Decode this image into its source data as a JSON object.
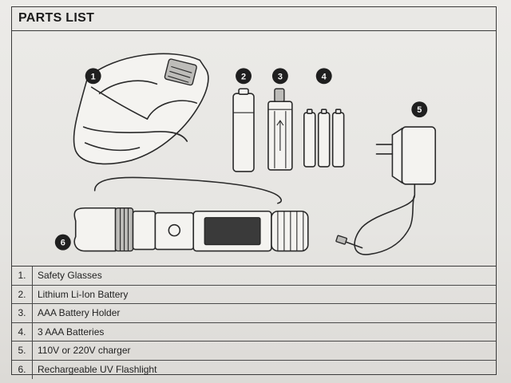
{
  "header": {
    "title": "PARTS LIST"
  },
  "badges": [
    "1",
    "2",
    "3",
    "4",
    "5",
    "6"
  ],
  "parts": [
    {
      "num": "1.",
      "label": "Safety Glasses"
    },
    {
      "num": "2.",
      "label": "Lithium Li-Ion Battery"
    },
    {
      "num": "3.",
      "label": "AAA Battery Holder"
    },
    {
      "num": "4.",
      "label": "3 AAA Batteries"
    },
    {
      "num": "5.",
      "label": "110V or 220V charger"
    },
    {
      "num": "6.",
      "label": "Rechargeable UV Flashlight"
    }
  ],
  "icons": [
    "safety-glasses-icon",
    "li-ion-battery-icon",
    "aaa-battery-holder-icon",
    "aaa-batteries-icon",
    "charger-icon",
    "uv-flashlight-icon"
  ]
}
